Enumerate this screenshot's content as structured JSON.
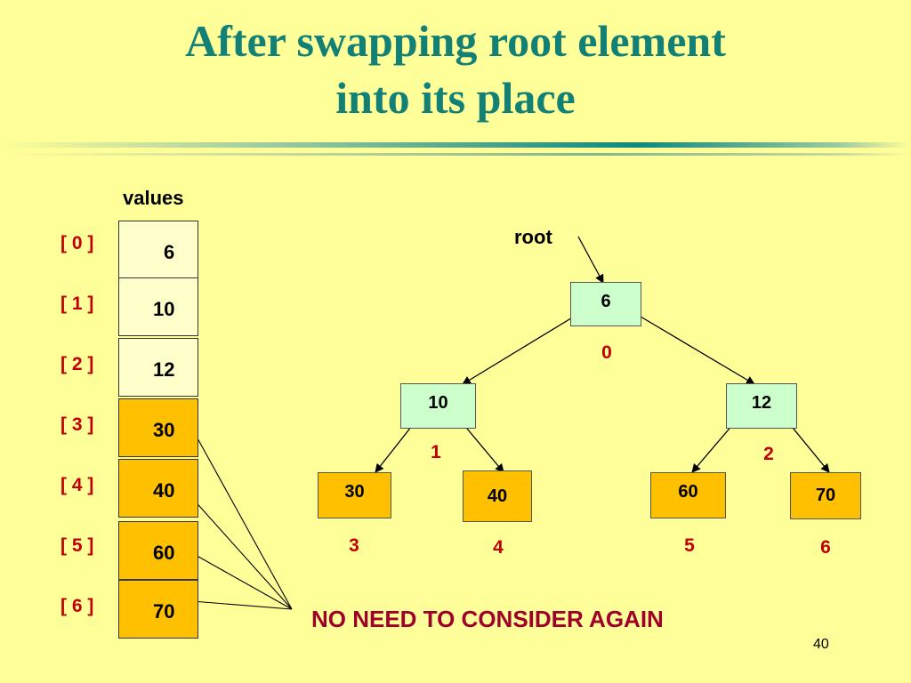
{
  "title": {
    "line1": "After swapping root element",
    "line2": "into its place"
  },
  "array": {
    "label": "values",
    "indices": [
      "[ 0 ]",
      "[ 1 ]",
      "[ 2 ]",
      "[ 3 ]",
      "[ 4 ]",
      "[ 5 ]",
      "[ 6 ]"
    ],
    "cells": [
      "6",
      "10",
      "12",
      "30",
      "40",
      "60",
      "70"
    ]
  },
  "tree": {
    "root_label": "root",
    "nodes": [
      {
        "value": "6",
        "index": "0"
      },
      {
        "value": "10",
        "index": "1"
      },
      {
        "value": "12",
        "index": "2"
      },
      {
        "value": "30",
        "index": "3"
      },
      {
        "value": "40",
        "index": "4"
      },
      {
        "value": "60",
        "index": "5"
      },
      {
        "value": "70",
        "index": "6"
      }
    ]
  },
  "note": "NO NEED TO CONSIDER AGAIN",
  "page_number": "40",
  "colors": {
    "background": "#FFFF99",
    "title": "#138076",
    "index_red": "#C00000",
    "note": "#A0002C",
    "sorted_fill": "#FFC000",
    "unsorted_fill": "#FFFFCC",
    "tree_upper_fill": "#CCFFCC"
  }
}
